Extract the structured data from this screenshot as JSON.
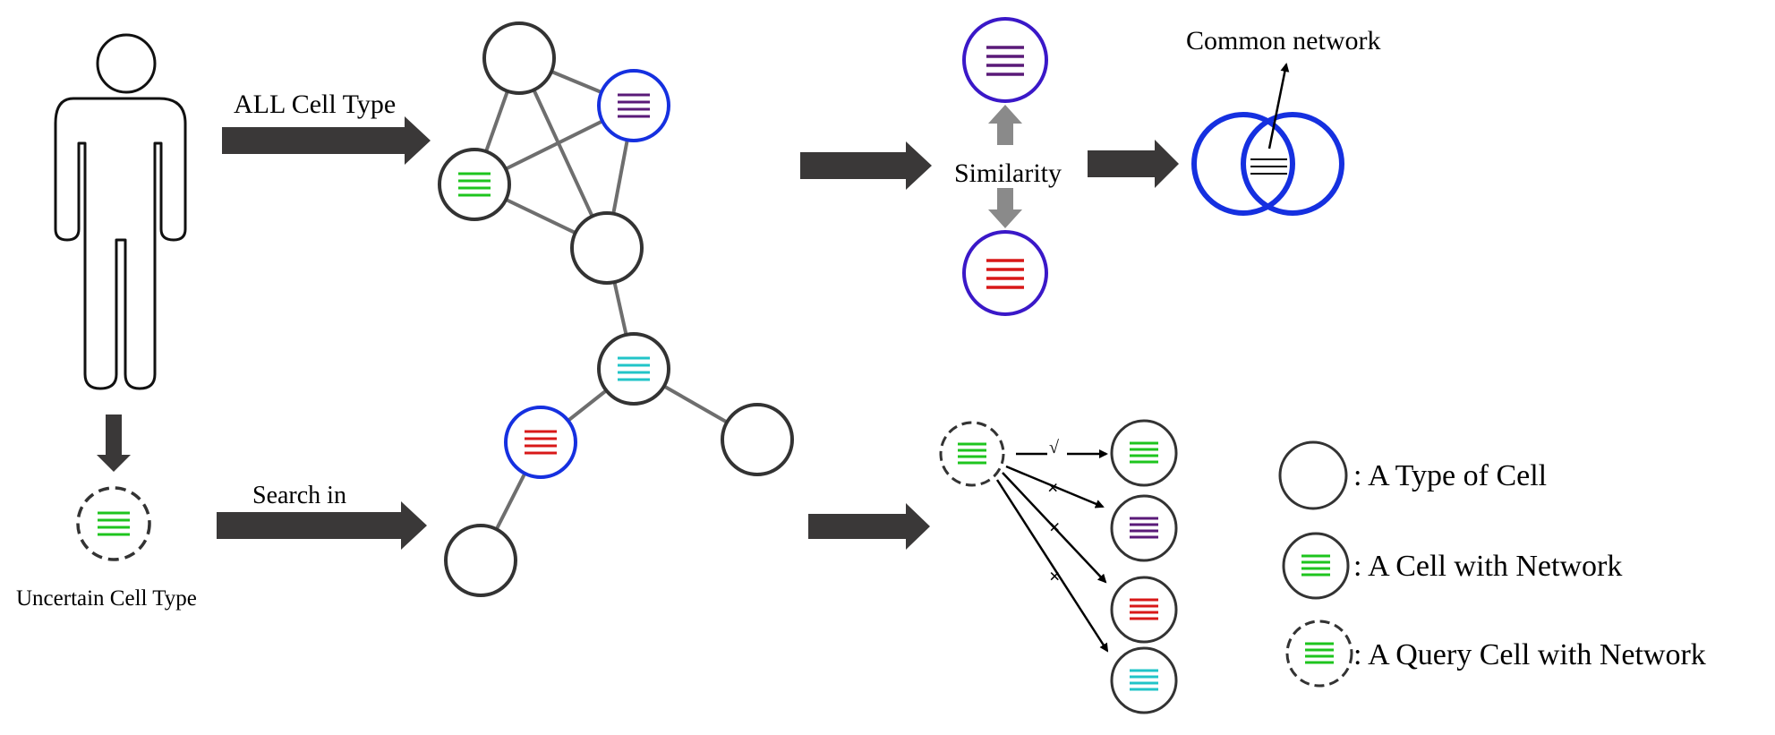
{
  "labels": {
    "all_cell_type": "ALL Cell Type",
    "search_in": "Search in",
    "uncertain_cell_type": "Uncertain Cell Type",
    "similarity": "Similarity",
    "common_network": "Common network",
    "match_yes": "√",
    "match_no": "×"
  },
  "legend": {
    "cell_type": ":  A Type of Cell",
    "cell_with_network": ":  A Cell with Network",
    "query_cell_with_network": ":  A Query Cell with Network"
  },
  "colors": {
    "green": "#1ec41e",
    "purple": "#5a1a78",
    "red": "#d81818",
    "cyan": "#21c4c8",
    "blue_ring": "#1530e0",
    "node_ring": "#333333",
    "arrow": "#3a3838"
  }
}
